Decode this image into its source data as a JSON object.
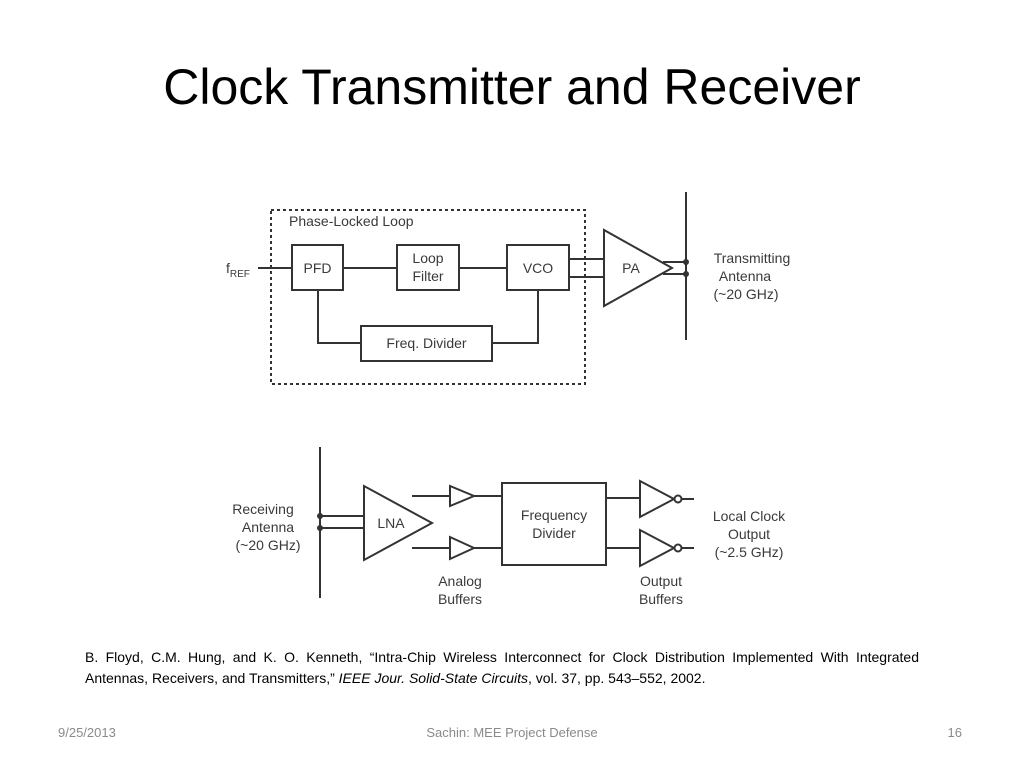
{
  "slide": {
    "title": "Clock Transmitter and Receiver"
  },
  "transmitter": {
    "group_label": "Phase-Locked Loop",
    "input_label": "f",
    "input_subscript": "REF",
    "blocks": {
      "pfd": "PFD",
      "loop_filter_line1": "Loop",
      "loop_filter_line2": "Filter",
      "vco": "VCO",
      "freq_divider": "Freq. Divider",
      "pa": "PA"
    },
    "antenna_label": [
      "Transmitting",
      "Antenna",
      "(~20 GHz)"
    ]
  },
  "receiver": {
    "antenna_label": [
      "Receiving",
      "Antenna",
      "(~20 GHz)"
    ],
    "blocks": {
      "lna": "LNA",
      "frequency_divider_line1": "Frequency",
      "frequency_divider_line2": "Divider"
    },
    "analog_buffers_label": [
      "Analog",
      "Buffers"
    ],
    "output_buffers_label": [
      "Output",
      "Buffers"
    ],
    "output_label": [
      "Local Clock",
      "Output",
      "(~2.5 GHz)"
    ]
  },
  "citation": {
    "authors": "B. Floyd, C.M. Hung, and K. O. Kenneth, “Intra-Chip Wireless Interconnect for Clock Distribution Implemented With Integrated Antennas, Receivers, and Transmitters,”",
    "journal": "IEEE Jour. Solid-State Circuits",
    "details": ", vol. 37, pp. 543–552, 2002."
  },
  "footer": {
    "date": "9/25/2013",
    "center": "Sachin: MEE Project Defense",
    "page": "16"
  }
}
